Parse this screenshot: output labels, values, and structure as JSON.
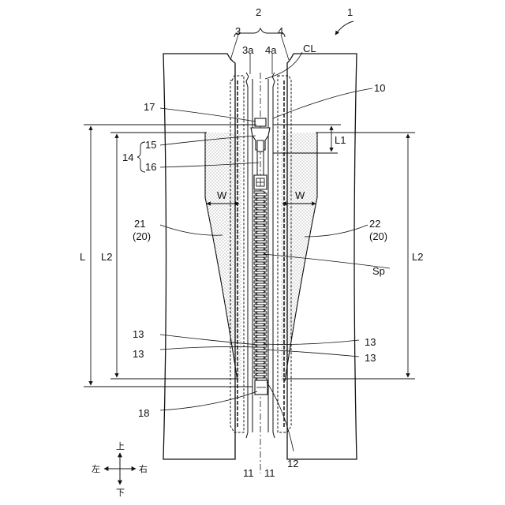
{
  "figure": {
    "labels": {
      "fig": "1",
      "zipper": "2",
      "left_tape": "3",
      "right_tape": "4",
      "left_edge": "3a",
      "right_edge": "4a",
      "center_line": "CL",
      "slider": "10",
      "teeth": "11",
      "bottom_stop": "12",
      "element": "13",
      "pull_tab": "14",
      "tab_upper": "15",
      "tab_lower": "16",
      "top_stop": "17",
      "lower_part": "18",
      "left_reinforcement": "21",
      "left_reinforcement_group": "(20)",
      "right_reinforcement": "22",
      "right_reinforcement_group": "(20)",
      "width": "W",
      "length_total": "L",
      "length_2": "L2",
      "length_1": "L1",
      "space": "Sp"
    },
    "direction": {
      "up": "上",
      "down": "下",
      "left": "左",
      "right": "右"
    }
  }
}
